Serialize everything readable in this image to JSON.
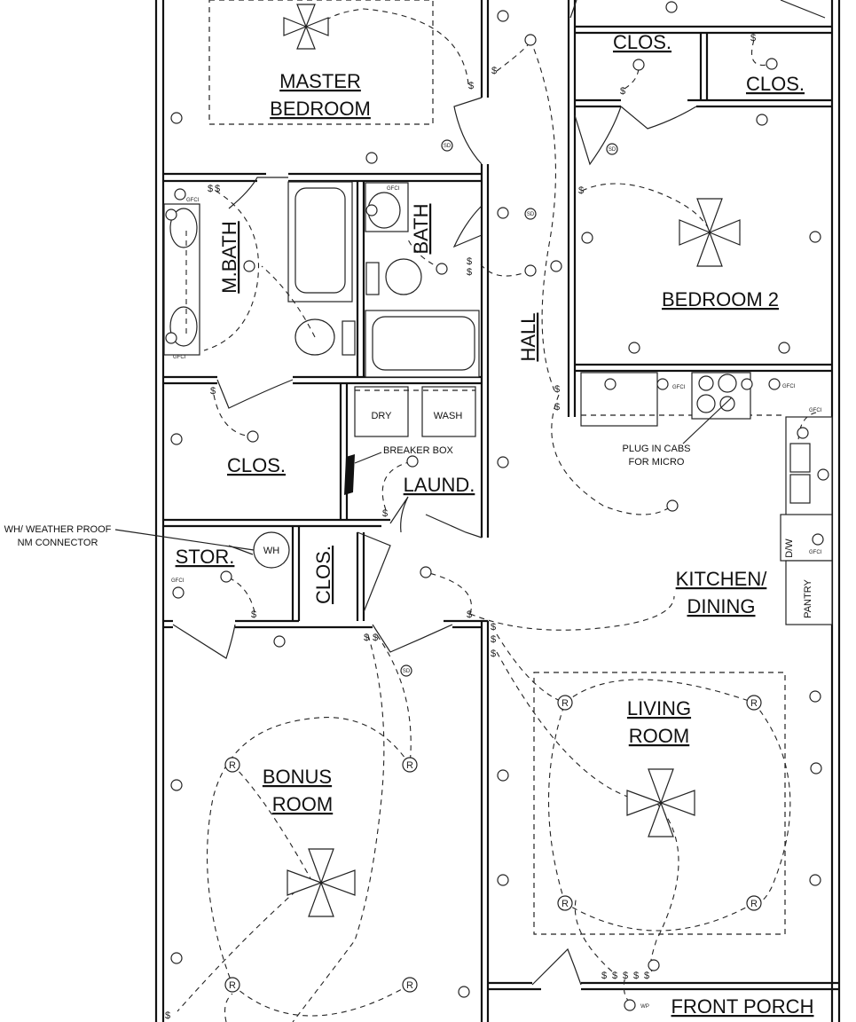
{
  "rooms": {
    "master_bedroom": [
      "MASTER",
      "BEDROOM"
    ],
    "m_bath": "M.BATH",
    "bath": "BATH",
    "clos_top_1": "CLOS.",
    "clos_top_2": "CLOS.",
    "bedroom_2": "BEDROOM 2",
    "hall": "HALL",
    "clos_master": "CLOS.",
    "laund": "LAUND.",
    "stor": "STOR.",
    "clos_vertical": "CLOS.",
    "kitchen_dining": [
      "KITCHEN/",
      "DINING"
    ],
    "pantry": "PANTRY",
    "living_room": [
      "LIVING",
      "ROOM"
    ],
    "bonus_room": [
      "BONUS",
      "ROOM"
    ],
    "front_porch": "FRONT PORCH"
  },
  "notes": {
    "breaker_box": "BREAKER BOX",
    "plug_in_cabs": [
      "PLUG IN CABS",
      "FOR MICRO"
    ],
    "wh_connector": [
      "WH/ WEATHER PROOF",
      "NM CONNECTOR"
    ]
  },
  "fixtures": {
    "dry": "DRY",
    "wash": "WASH",
    "wh": "WH",
    "dw": "D/W"
  },
  "symbols": {
    "switch": "$",
    "smoke_detector": "SD",
    "recessed": "R",
    "gfci": "GFCI",
    "weatherproof": "WP"
  }
}
